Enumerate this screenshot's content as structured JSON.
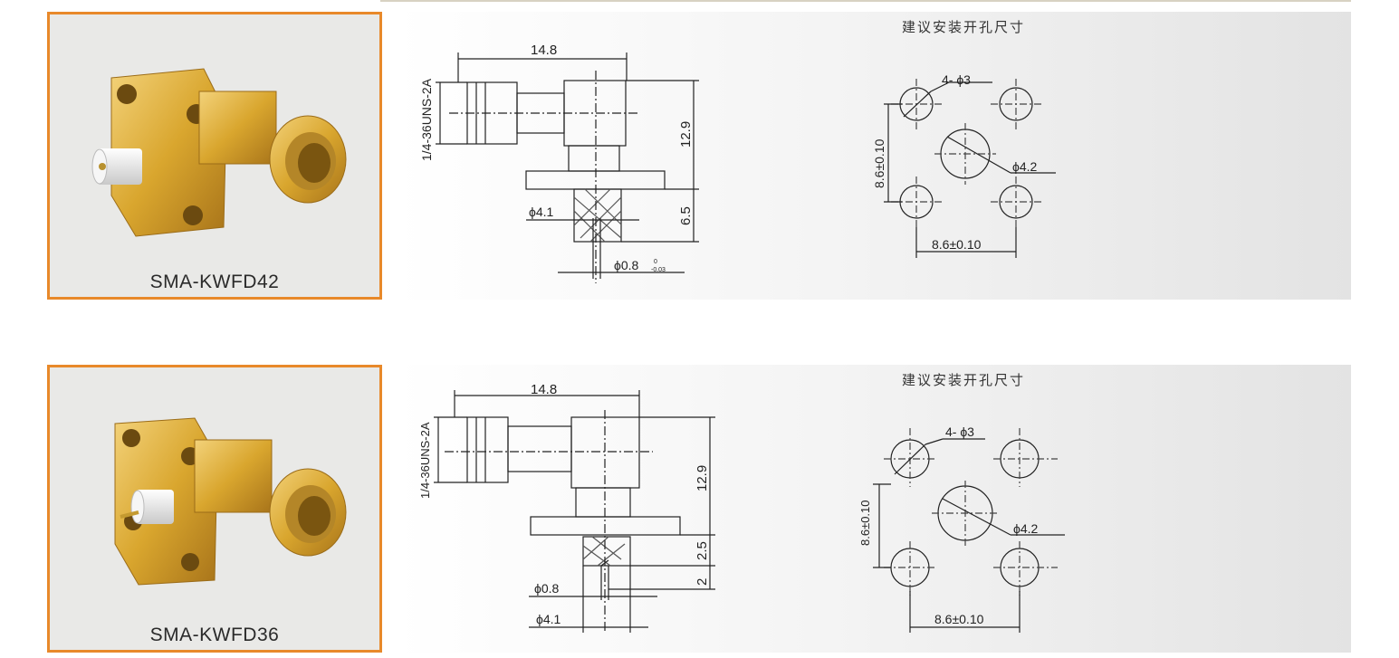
{
  "products": [
    {
      "model": "SMA-KWFD42",
      "hole_title": "建议安装开孔尺寸",
      "dims": {
        "length": "14.8",
        "thread": "1/4-36UNS-2A",
        "height": "12.9",
        "pin_len": "6.5",
        "body_dia": "ϕ4.1",
        "pin_dia": "ϕ0.8",
        "pin_tol_upper": "0",
        "pin_tol_lower": "-0.03",
        "holes": "4- ϕ3",
        "center_hole": "ϕ4.2",
        "spacing_v": "8.6±0.10",
        "spacing_h": "8.6±0.10"
      }
    },
    {
      "model": "SMA-KWFD36",
      "hole_title": "建议安装开孔尺寸",
      "dims": {
        "length": "14.8",
        "thread": "1/4-36UNS-2A",
        "height": "12.9",
        "dim_a": "2.5",
        "dim_b": "2",
        "pin_dia": "ϕ0.8",
        "body_dia": "ϕ4.1",
        "holes": "4- ϕ3",
        "center_hole": "ϕ4.2",
        "spacing_v": "8.6±0.10",
        "spacing_h": "8.6±0.10"
      }
    }
  ]
}
